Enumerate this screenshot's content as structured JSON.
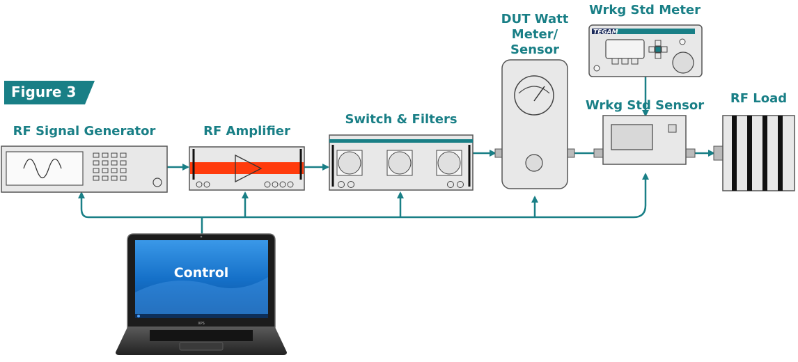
{
  "figure_tag": "Figure 3",
  "colors": {
    "accent": "#197f86",
    "amp_band": "#ff3b0c",
    "device_fill": "#e8e8e8",
    "screen_blue": "#1570c8"
  },
  "labels": {
    "signal_generator": "RF Signal Generator",
    "amplifier": "RF Amplifier",
    "switch_filters": "Switch & Filters",
    "dut_line1": "DUT Watt",
    "dut_line2": "Meter/",
    "dut_line3": "Sensor",
    "std_meter": "Wrkg Std Meter",
    "std_sensor": "Wrkg Std Sensor",
    "rf_load": "RF Load",
    "control": "Control"
  },
  "meter_brand": "TEGAM",
  "laptop_badge": "XPS"
}
